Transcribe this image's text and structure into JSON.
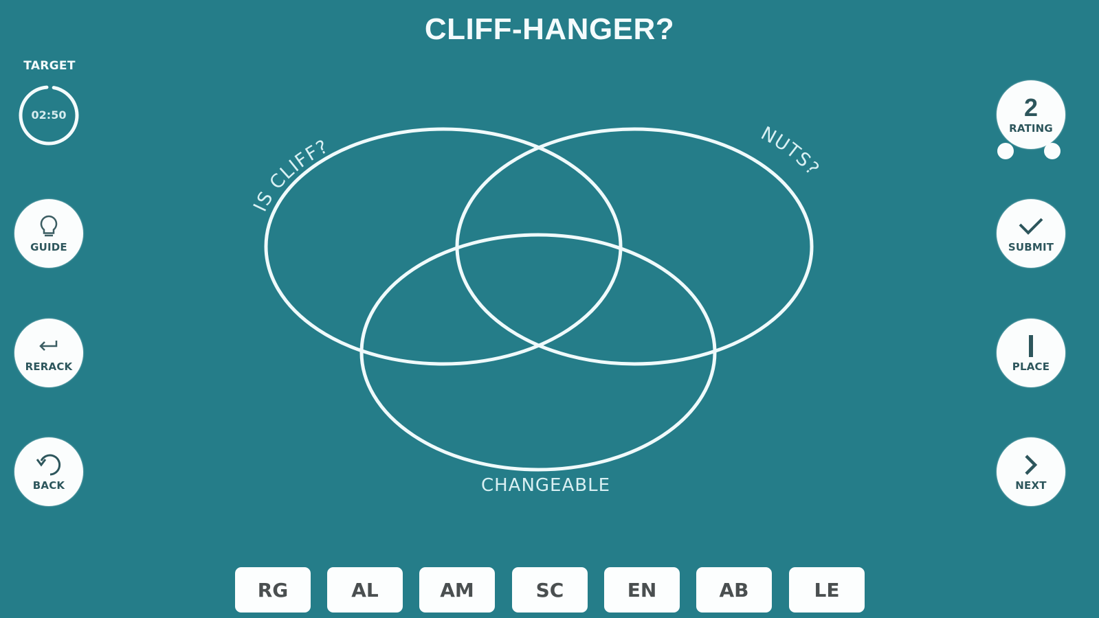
{
  "title": "CLIFF-HANGER?",
  "timer": {
    "label": "TARGET",
    "value": "02:50",
    "progress_percent": 96
  },
  "left_buttons": [
    {
      "id": "guide",
      "label": "GUIDE",
      "icon": "lightbulb-icon"
    },
    {
      "id": "rerack",
      "label": "RERACK",
      "icon": "return-arrow-icon"
    },
    {
      "id": "back",
      "label": "BACK",
      "icon": "undo-icon"
    }
  ],
  "right_buttons": {
    "rating": {
      "value": "2",
      "label": "RATING"
    },
    "submit": {
      "label": "SUBMIT",
      "icon": "checkmark-icon"
    },
    "place": {
      "label": "PLACE",
      "icon": "bar-icon"
    },
    "next": {
      "label": "NEXT",
      "icon": "chevron-right-icon"
    }
  },
  "venn": {
    "sets": [
      {
        "label": "IS CLIFF?",
        "position": "top-left"
      },
      {
        "label": "NUTS?",
        "position": "top-right"
      },
      {
        "label": "CHANGEABLE",
        "position": "bottom"
      }
    ]
  },
  "tiles": [
    "RG",
    "AL",
    "AM",
    "SC",
    "EN",
    "AB",
    "LE"
  ],
  "colors": {
    "background": "#257d89",
    "foreground": "#ffffff",
    "button_text": "#2d565c",
    "tile_text": "#4a4f50"
  }
}
